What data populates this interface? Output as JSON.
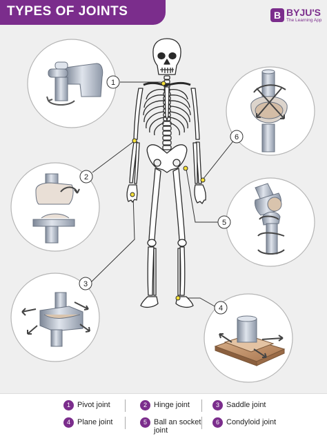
{
  "header": {
    "title": "TYPES OF JOINTS",
    "brand_mark": "B",
    "brand_name": "BYJU'S",
    "brand_tagline": "The Learning App"
  },
  "callouts": [
    {
      "number": "1",
      "joint": "Pivot joint"
    },
    {
      "number": "2",
      "joint": "Hinge joint"
    },
    {
      "number": "3",
      "joint": "Saddle joint"
    },
    {
      "number": "4",
      "joint": "Plane joint"
    },
    {
      "number": "5",
      "joint": "Ball an socket joint"
    },
    {
      "number": "6",
      "joint": "Condyloid joint"
    }
  ],
  "legend": [
    {
      "number": "1",
      "label": "Pivot joint"
    },
    {
      "number": "2",
      "label": "Hinge joint"
    },
    {
      "number": "3",
      "label": "Saddle joint"
    },
    {
      "number": "4",
      "label": "Plane joint"
    },
    {
      "number": "5",
      "label": "Ball an socket joint"
    },
    {
      "number": "6",
      "label": "Condyloid joint"
    }
  ],
  "colors": {
    "brand": "#7b2d8c",
    "joint_marker": "#f5e03a",
    "bone_fill": "#ffffff",
    "bone_outline": "#2a2a2a",
    "metal": "#aab3c2",
    "wood": "#b98a63"
  }
}
